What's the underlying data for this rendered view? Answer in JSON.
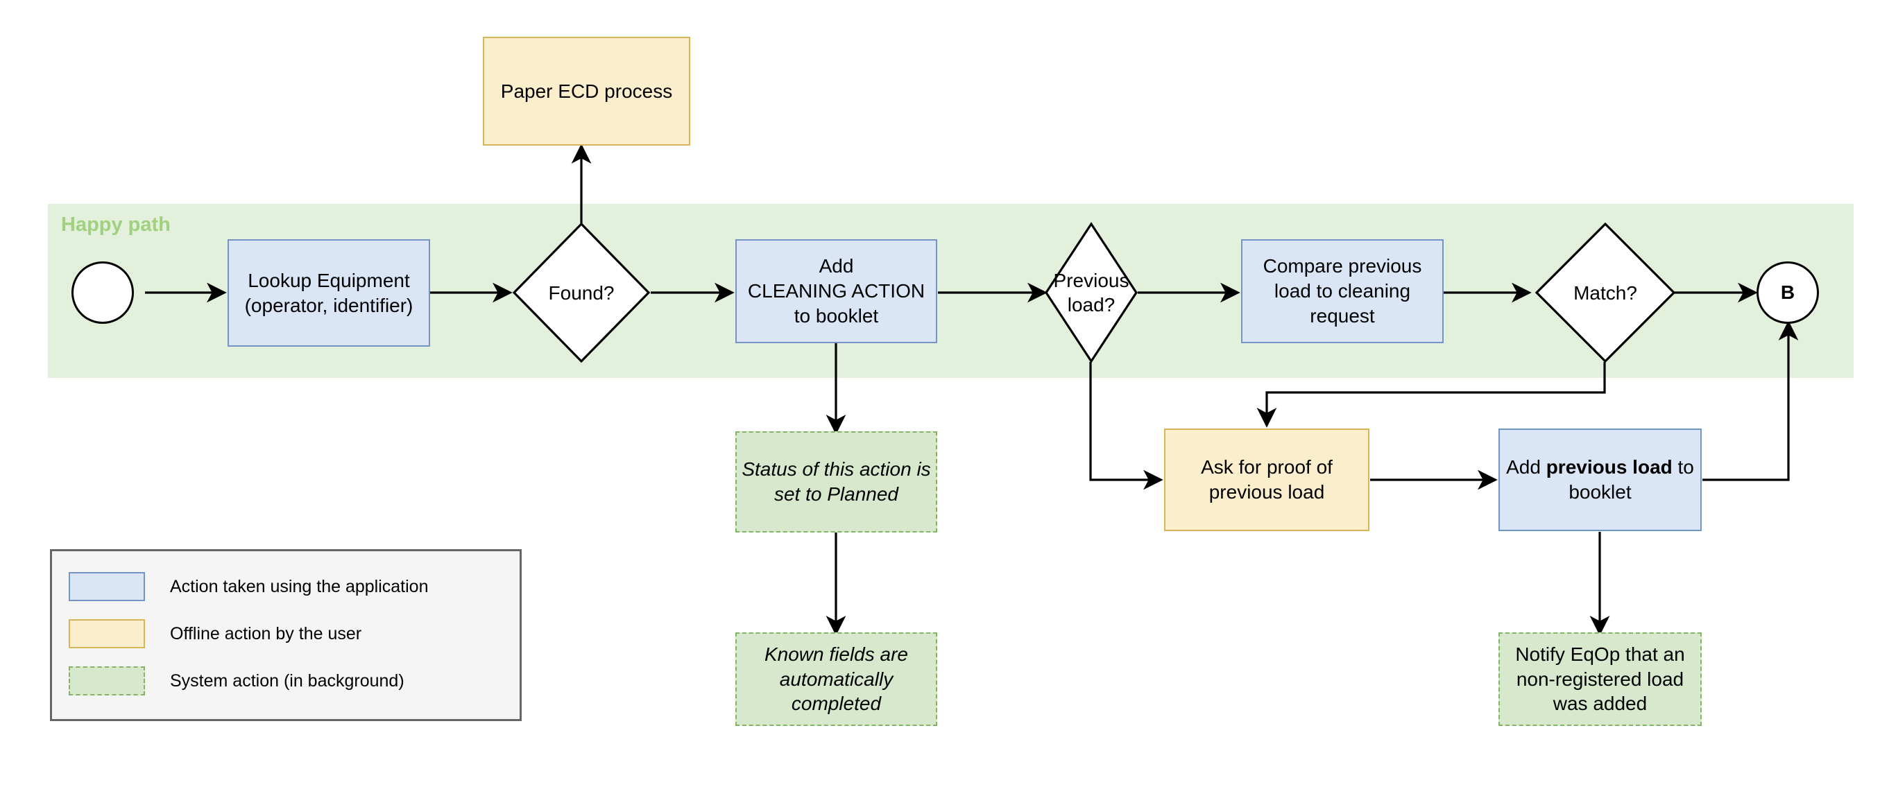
{
  "diagram": {
    "title_band": "Happy path",
    "band_color": "#e3f0db",
    "band_label_color": "#a0d080",
    "colors": {
      "app_action_fill": "#dae5f6",
      "app_action_stroke": "#7494c4",
      "offline_action_fill": "#fbeecc",
      "offline_action_stroke": "#d6b656",
      "system_action_fill": "#d7e8cd",
      "system_action_stroke": "#82b366",
      "edge": "#000000",
      "legend_bg": "#f5f5f5",
      "legend_border": "#666666"
    },
    "nodes": {
      "start": {
        "label": "",
        "type": "start-circle"
      },
      "lookup_equipment": {
        "line1": "Lookup Equipment",
        "line2": "(operator, identifier)",
        "type": "app-action"
      },
      "found_decision": {
        "label": "Found?",
        "type": "decision"
      },
      "paper_ecd": {
        "label": "Paper ECD process",
        "type": "offline-action"
      },
      "add_cleaning_action": {
        "line1": "Add",
        "line2": "CLEANING ACTION",
        "line3": "to booklet",
        "type": "app-action"
      },
      "status_planned": {
        "line1": "Status of this action is",
        "line2": "set to Planned",
        "type": "system-action"
      },
      "known_fields": {
        "line1": "Known fields are",
        "line2": "automatically",
        "line3": "completed",
        "type": "system-action"
      },
      "previous_load_decision": {
        "line1": "Previous",
        "line2": "load?",
        "type": "decision"
      },
      "compare_previous_load": {
        "line1": "Compare previous",
        "line2": "load to cleaning",
        "line3": "request",
        "type": "app-action"
      },
      "match_decision": {
        "label": "Match?",
        "type": "decision"
      },
      "connector_b": {
        "label": "B",
        "type": "connector-circle"
      },
      "ask_proof": {
        "line1": "Ask for proof of",
        "line2": "previous load",
        "type": "offline-action"
      },
      "add_previous_load": {
        "prefix": "Add ",
        "strong": "previous load",
        "suffix": " to",
        "line2": "booklet",
        "type": "app-action"
      },
      "notify_eqop": {
        "line1": "Notify EqOp that an",
        "line2": "non-registered load",
        "line3": "was added",
        "type": "system-action"
      }
    },
    "legend": {
      "items": [
        {
          "swatch": "blue",
          "label": "Action taken using the application"
        },
        {
          "swatch": "yellow",
          "label": "Offline action by the user"
        },
        {
          "swatch": "green",
          "label": "System action (in background)"
        }
      ]
    }
  }
}
